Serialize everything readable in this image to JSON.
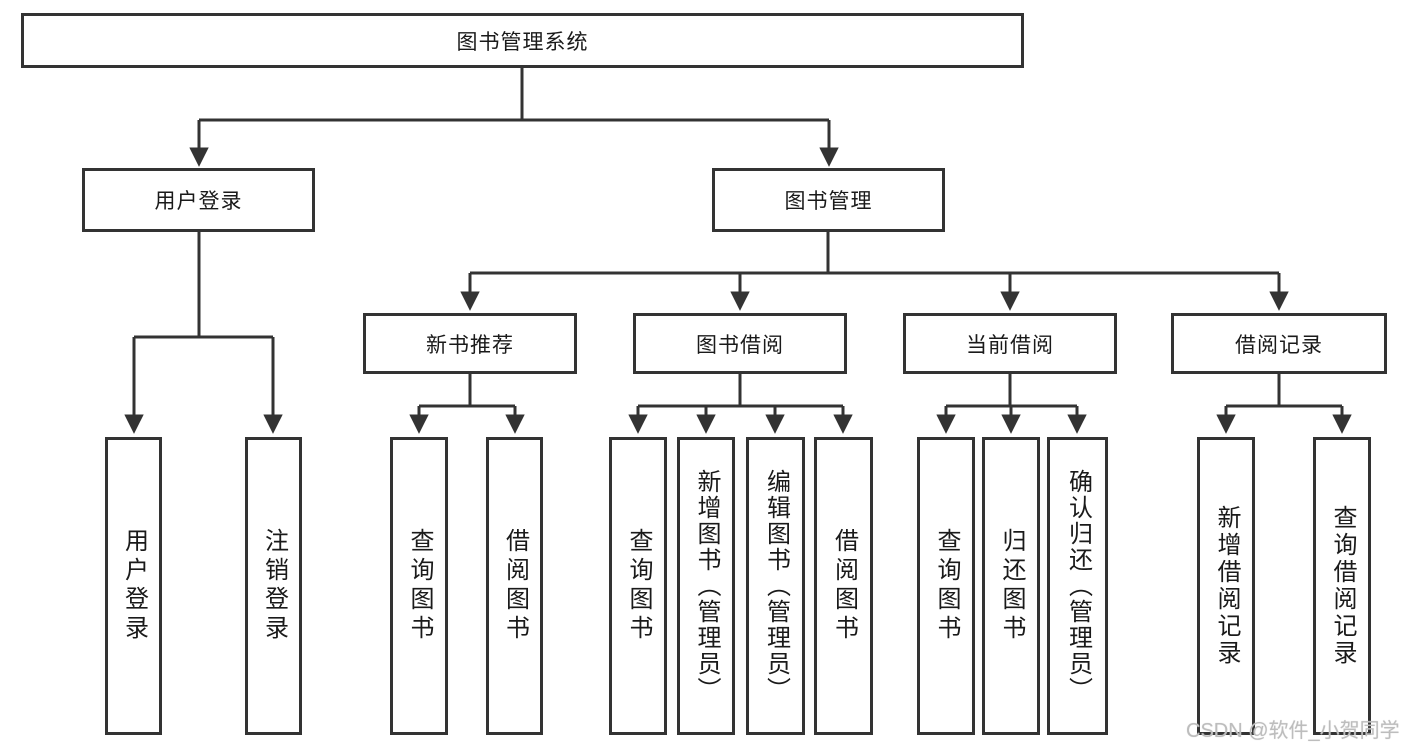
{
  "diagram": {
    "title": "图书管理系统",
    "branches": [
      {
        "label": "用户登录",
        "children": [
          "用户登录",
          "注销登录"
        ]
      },
      {
        "label": "图书管理",
        "children": [
          {
            "label": "新书推荐",
            "children": [
              "查询图书",
              "借阅图书"
            ]
          },
          {
            "label": "图书借阅",
            "children": [
              "查询图书",
              "新增图书（管理员）",
              "编辑图书（管理员）",
              "借阅图书"
            ]
          },
          {
            "label": "当前借阅",
            "children": [
              "查询图书",
              "归还图书",
              "确认归还（管理员）"
            ]
          },
          {
            "label": "借阅记录",
            "children": [
              "新增借阅记录",
              "查询借阅记录"
            ]
          }
        ]
      }
    ]
  },
  "watermark": {
    "text": "CSDN @软件_小贺同学"
  },
  "colors": {
    "line": "#333333",
    "box_border": "#333333",
    "text": "#1a1a1a",
    "watermark": "#bdbdbd",
    "background": "#ffffff"
  }
}
